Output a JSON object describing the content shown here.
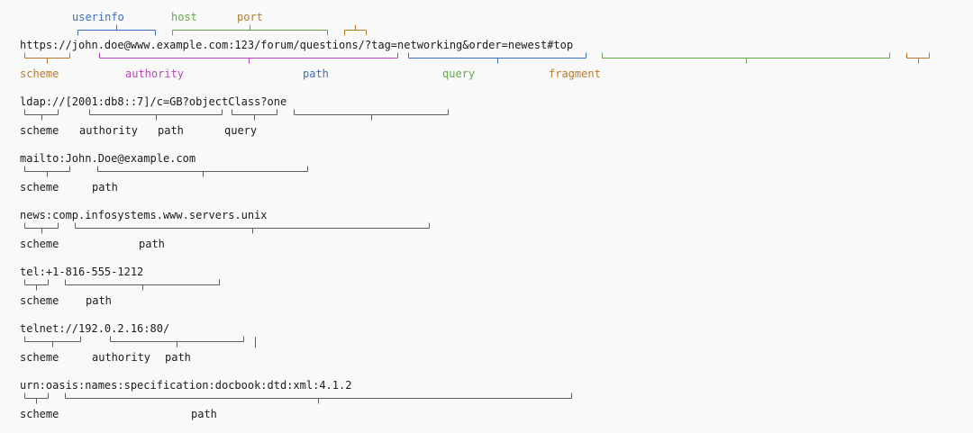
{
  "colors": {
    "text": "#1b1b1b",
    "bracket": "#5c5c5c",
    "scheme": "#b8792d",
    "userinfo": "#3b6ec0",
    "host": "#63a94a",
    "port": "#b8792d",
    "authority": "#b647b9",
    "path": "#3b6ec0",
    "query": "#63a94a",
    "fragment": "#b8792d"
  },
  "example1": {
    "uri": "https://john.doe@www.example.com:123/forum/questions/?tag=networking&order=newest#top",
    "labels": {
      "userinfo": "userinfo",
      "host": "host",
      "port": "port",
      "scheme": "scheme",
      "authority": "authority",
      "path": "path",
      "query": "query",
      "fragment": "fragment"
    }
  },
  "examples": [
    {
      "uri": "ldap://[2001:db8::7]/c=GB?objectClass?one",
      "labels": [
        "scheme",
        "authority",
        "path",
        "query"
      ]
    },
    {
      "uri": "mailto:John.Doe@example.com",
      "labels": [
        "scheme",
        "path"
      ]
    },
    {
      "uri": "news:comp.infosystems.www.servers.unix",
      "labels": [
        "scheme",
        "path"
      ]
    },
    {
      "uri": "tel:+1-816-555-1212",
      "labels": [
        "scheme",
        "path"
      ]
    },
    {
      "uri": "telnet://192.0.2.16:80/",
      "labels": [
        "scheme",
        "authority",
        "path"
      ]
    },
    {
      "uri": "urn:oasis:names:specification:docbook:dtd:xml:4.1.2",
      "labels": [
        "scheme",
        "path"
      ]
    }
  ]
}
